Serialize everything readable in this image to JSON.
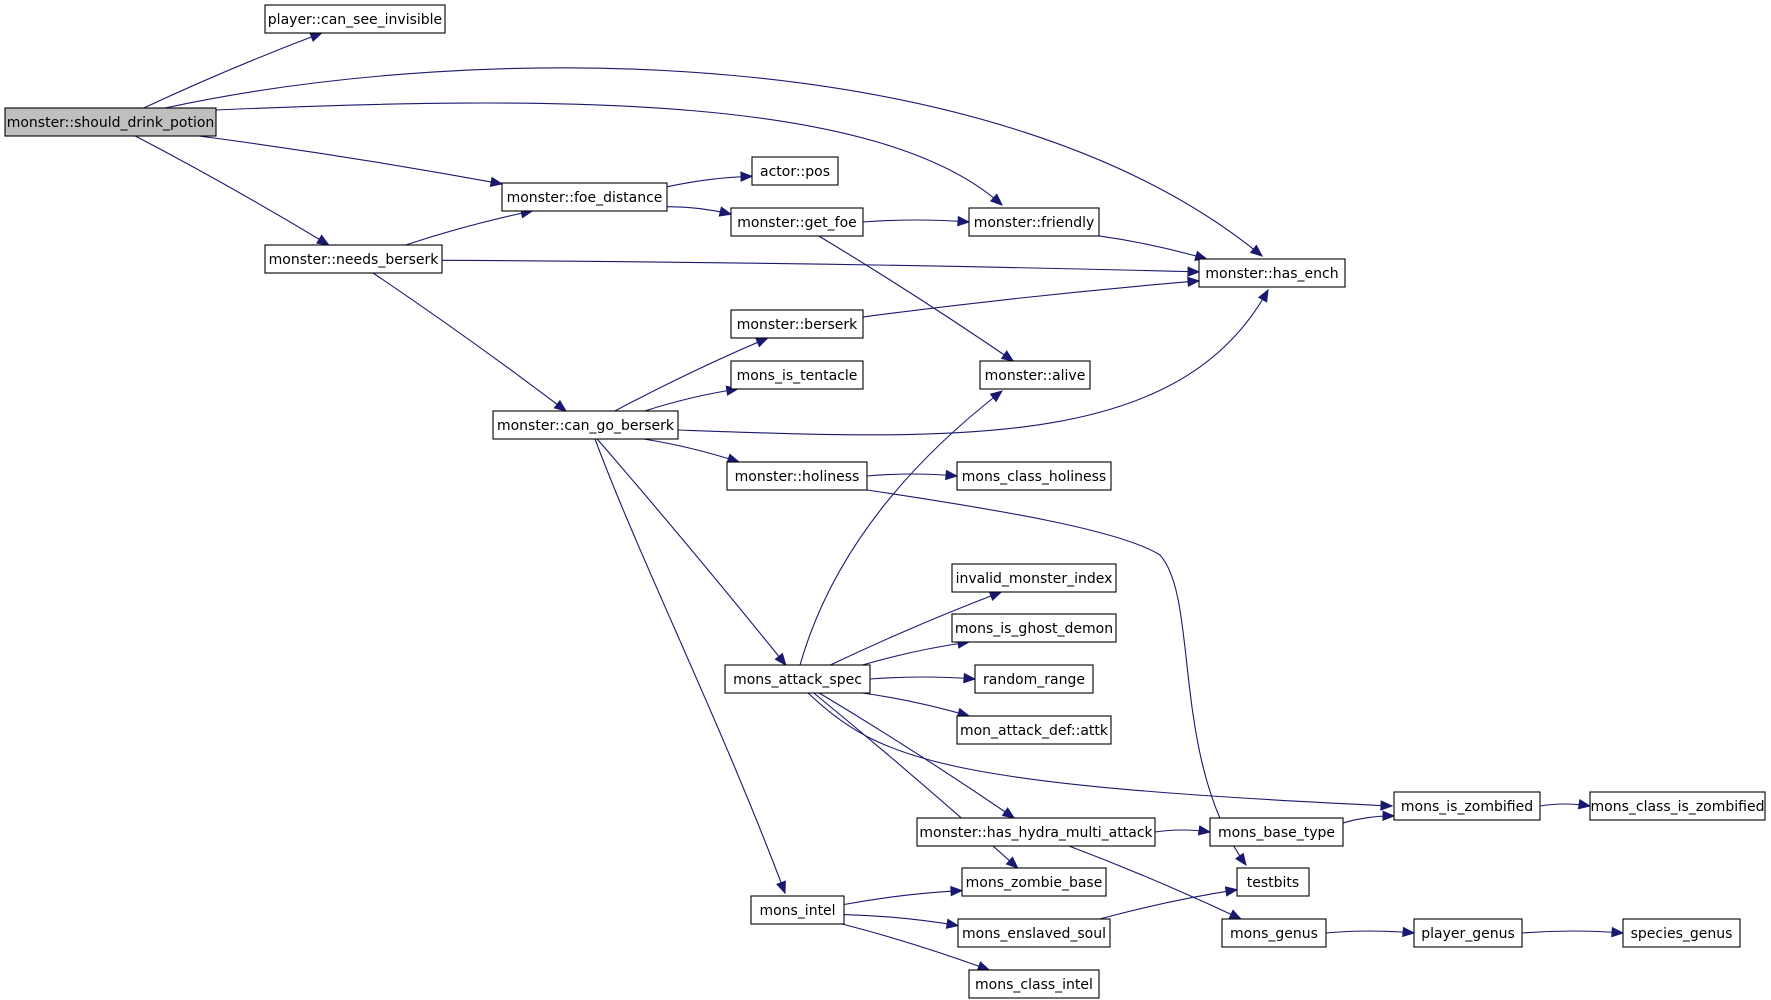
{
  "diagram": {
    "colors": {
      "edge": "#191970",
      "root_fill": "#bfbfbf",
      "node_fill": "#ffffff",
      "node_border": "#000000"
    },
    "nodes": [
      {
        "id": "should_drink_potion",
        "label": "monster::should_drink_potion",
        "root": true
      },
      {
        "id": "can_see_invisible",
        "label": "player::can_see_invisible"
      },
      {
        "id": "foe_distance",
        "label": "monster::foe_distance"
      },
      {
        "id": "needs_berserk",
        "label": "monster::needs_berserk"
      },
      {
        "id": "actor_pos",
        "label": "actor::pos"
      },
      {
        "id": "get_foe",
        "label": "monster::get_foe"
      },
      {
        "id": "friendly",
        "label": "monster::friendly"
      },
      {
        "id": "has_ench",
        "label": "monster::has_ench"
      },
      {
        "id": "berserk",
        "label": "monster::berserk"
      },
      {
        "id": "mons_is_tentacle",
        "label": "mons_is_tentacle"
      },
      {
        "id": "alive",
        "label": "monster::alive"
      },
      {
        "id": "can_go_berserk",
        "label": "monster::can_go_berserk"
      },
      {
        "id": "holiness",
        "label": "monster::holiness"
      },
      {
        "id": "mons_class_holiness",
        "label": "mons_class_holiness"
      },
      {
        "id": "invalid_monster_index",
        "label": "invalid_monster_index"
      },
      {
        "id": "mons_is_ghost_demon",
        "label": "mons_is_ghost_demon"
      },
      {
        "id": "mons_attack_spec",
        "label": "mons_attack_spec"
      },
      {
        "id": "random_range",
        "label": "random_range"
      },
      {
        "id": "mon_attack_def_attk",
        "label": "mon_attack_def::attk"
      },
      {
        "id": "mons_is_zombified",
        "label": "mons_is_zombified"
      },
      {
        "id": "mons_class_is_zombified",
        "label": "mons_class_is_zombified"
      },
      {
        "id": "has_hydra_multi_attack",
        "label": "monster::has_hydra_multi_attack"
      },
      {
        "id": "mons_base_type",
        "label": "mons_base_type"
      },
      {
        "id": "mons_zombie_base",
        "label": "mons_zombie_base"
      },
      {
        "id": "testbits",
        "label": "testbits"
      },
      {
        "id": "mons_intel",
        "label": "mons_intel"
      },
      {
        "id": "mons_enslaved_soul",
        "label": "mons_enslaved_soul"
      },
      {
        "id": "mons_genus",
        "label": "mons_genus"
      },
      {
        "id": "player_genus",
        "label": "player_genus"
      },
      {
        "id": "species_genus",
        "label": "species_genus"
      },
      {
        "id": "mons_class_intel",
        "label": "mons_class_intel"
      }
    ],
    "edges": [
      {
        "from": "should_drink_potion",
        "to": "can_see_invisible"
      },
      {
        "from": "should_drink_potion",
        "to": "has_ench"
      },
      {
        "from": "should_drink_potion",
        "to": "friendly"
      },
      {
        "from": "should_drink_potion",
        "to": "foe_distance"
      },
      {
        "from": "should_drink_potion",
        "to": "needs_berserk"
      },
      {
        "from": "needs_berserk",
        "to": "foe_distance"
      },
      {
        "from": "needs_berserk",
        "to": "has_ench"
      },
      {
        "from": "needs_berserk",
        "to": "can_go_berserk"
      },
      {
        "from": "foe_distance",
        "to": "actor_pos"
      },
      {
        "from": "foe_distance",
        "to": "get_foe"
      },
      {
        "from": "get_foe",
        "to": "friendly"
      },
      {
        "from": "get_foe",
        "to": "alive"
      },
      {
        "from": "friendly",
        "to": "has_ench"
      },
      {
        "from": "berserk",
        "to": "has_ench"
      },
      {
        "from": "can_go_berserk",
        "to": "berserk"
      },
      {
        "from": "can_go_berserk",
        "to": "mons_is_tentacle"
      },
      {
        "from": "can_go_berserk",
        "to": "has_ench"
      },
      {
        "from": "can_go_berserk",
        "to": "holiness"
      },
      {
        "from": "can_go_berserk",
        "to": "mons_attack_spec"
      },
      {
        "from": "can_go_berserk",
        "to": "mons_intel"
      },
      {
        "from": "holiness",
        "to": "mons_class_holiness"
      },
      {
        "from": "holiness",
        "to": "testbits"
      },
      {
        "from": "mons_attack_spec",
        "to": "alive"
      },
      {
        "from": "mons_attack_spec",
        "to": "invalid_monster_index"
      },
      {
        "from": "mons_attack_spec",
        "to": "mons_is_ghost_demon"
      },
      {
        "from": "mons_attack_spec",
        "to": "random_range"
      },
      {
        "from": "mons_attack_spec",
        "to": "mon_attack_def_attk"
      },
      {
        "from": "mons_attack_spec",
        "to": "mons_is_zombified"
      },
      {
        "from": "mons_attack_spec",
        "to": "has_hydra_multi_attack"
      },
      {
        "from": "mons_attack_spec",
        "to": "mons_zombie_base"
      },
      {
        "from": "has_hydra_multi_attack",
        "to": "mons_base_type"
      },
      {
        "from": "has_hydra_multi_attack",
        "to": "mons_genus"
      },
      {
        "from": "mons_base_type",
        "to": "mons_is_zombified"
      },
      {
        "from": "mons_is_zombified",
        "to": "mons_class_is_zombified"
      },
      {
        "from": "mons_intel",
        "to": "mons_zombie_base"
      },
      {
        "from": "mons_intel",
        "to": "mons_enslaved_soul"
      },
      {
        "from": "mons_intel",
        "to": "mons_class_intel"
      },
      {
        "from": "mons_enslaved_soul",
        "to": "testbits"
      },
      {
        "from": "mons_genus",
        "to": "player_genus"
      },
      {
        "from": "player_genus",
        "to": "species_genus"
      }
    ]
  }
}
